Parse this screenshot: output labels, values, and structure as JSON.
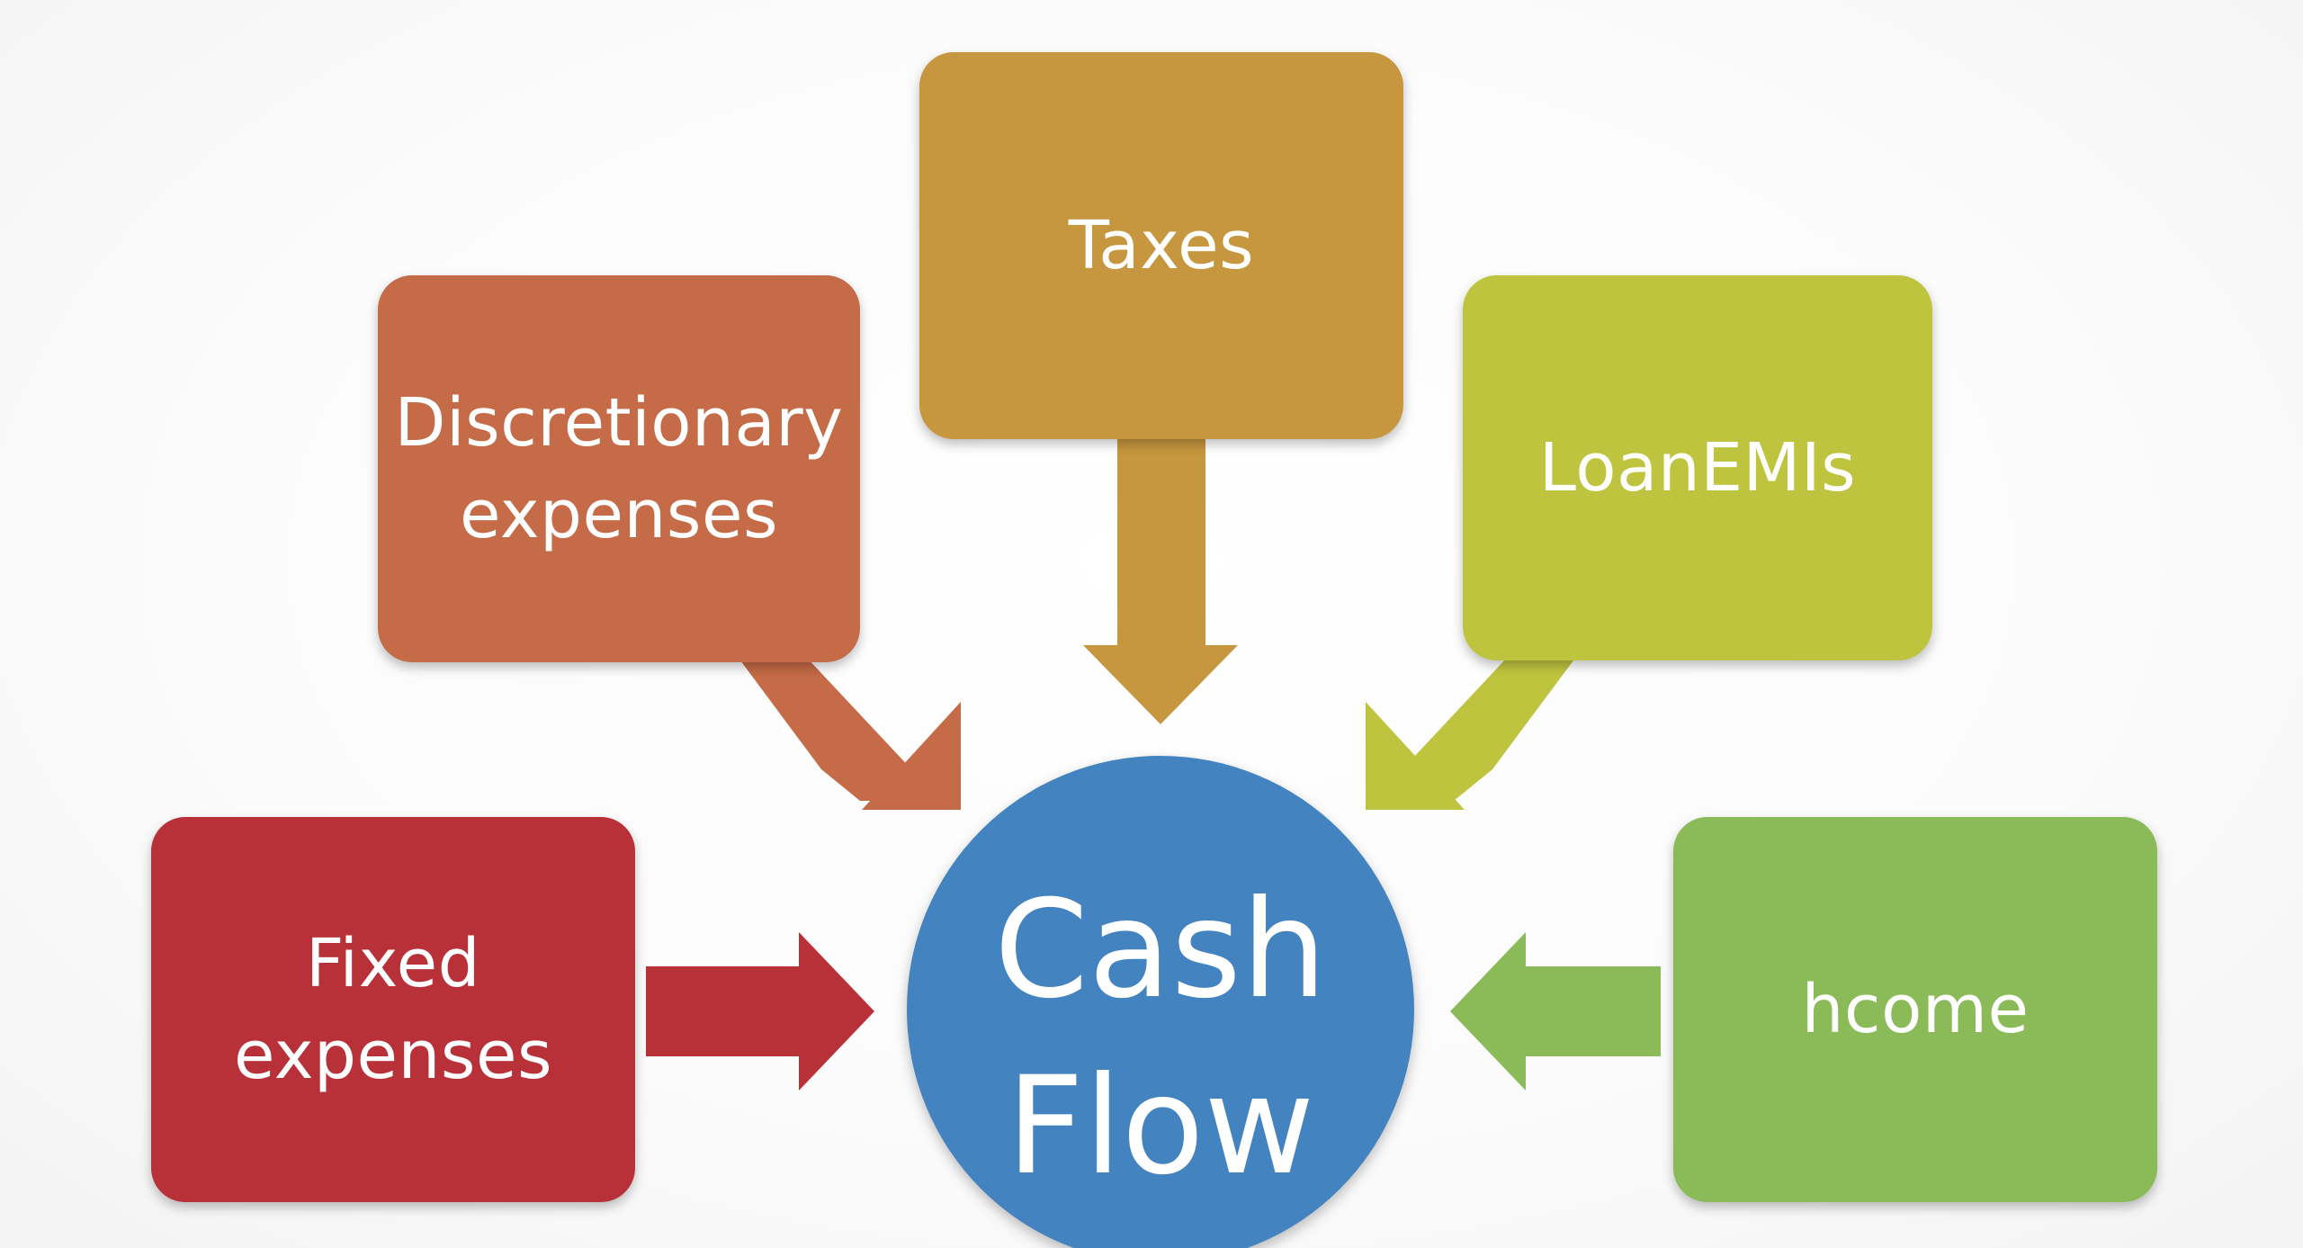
{
  "diagram": {
    "center": {
      "line1": "Cash",
      "line2": "Flow",
      "color": "#4383C0"
    },
    "nodes": {
      "taxes": {
        "label": "Taxes",
        "color": "#C6973F"
      },
      "discretionary": {
        "line1": "Discretionary",
        "line2": "expenses",
        "color": "#C56B47"
      },
      "loan_emis": {
        "label": "LoanEMIs",
        "color": "#BEC43E"
      },
      "fixed": {
        "line1": "Fixed",
        "line2": "expenses",
        "color": "#B83038"
      },
      "income": {
        "label": "hcome",
        "color": "#8BBB58"
      }
    },
    "arrow_colors": {
      "taxes": "#C6973F",
      "discretionary": "#C56B47",
      "loan_emis": "#BEC43E",
      "fixed": "#B83038",
      "income": "#8BBB58"
    }
  }
}
